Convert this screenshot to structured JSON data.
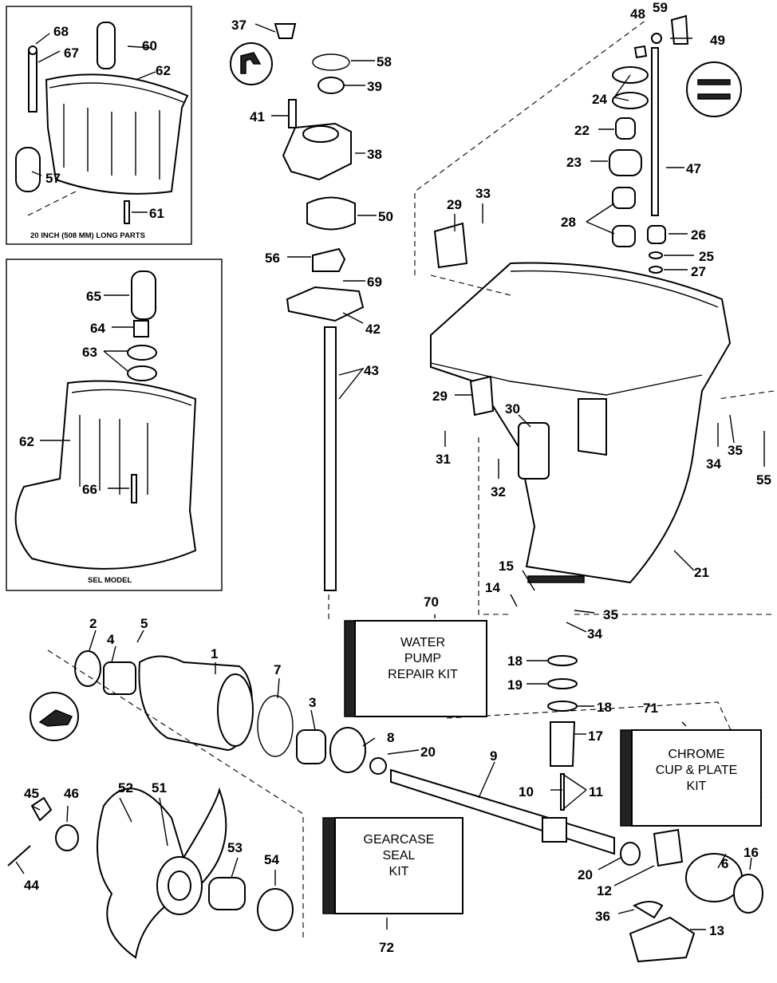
{
  "insets": {
    "long_parts": "20 INCH (508 MM) LONG PARTS",
    "sel_model": "SEL MODEL"
  },
  "kits": {
    "water_pump": {
      "lines": [
        "WATER",
        "PUMP",
        "REPAIR KIT"
      ],
      "ref": "70"
    },
    "chrome_cup": {
      "lines": [
        "CHROME",
        "CUP & PLATE",
        "KIT"
      ],
      "ref": "71"
    },
    "gearcase_seal": {
      "lines": [
        "GEARCASE",
        "SEAL",
        "KIT"
      ],
      "ref": "72"
    }
  },
  "callouts": [
    "1",
    "2",
    "3",
    "4",
    "5",
    "6",
    "7",
    "8",
    "9",
    "10",
    "11",
    "12",
    "13",
    "14",
    "15",
    "16",
    "17",
    "18",
    "18",
    "19",
    "20",
    "20",
    "21",
    "22",
    "23",
    "24",
    "25",
    "26",
    "27",
    "28",
    "29",
    "29",
    "30",
    "31",
    "32",
    "33",
    "34",
    "34",
    "35",
    "35",
    "36",
    "37",
    "38",
    "39",
    "41",
    "42",
    "43",
    "44",
    "45",
    "46",
    "47",
    "48",
    "49",
    "50",
    "51",
    "52",
    "53",
    "54",
    "55",
    "56",
    "57",
    "58",
    "59",
    "60",
    "61",
    "62",
    "62",
    "63",
    "64",
    "65",
    "66",
    "67",
    "68",
    "69"
  ]
}
